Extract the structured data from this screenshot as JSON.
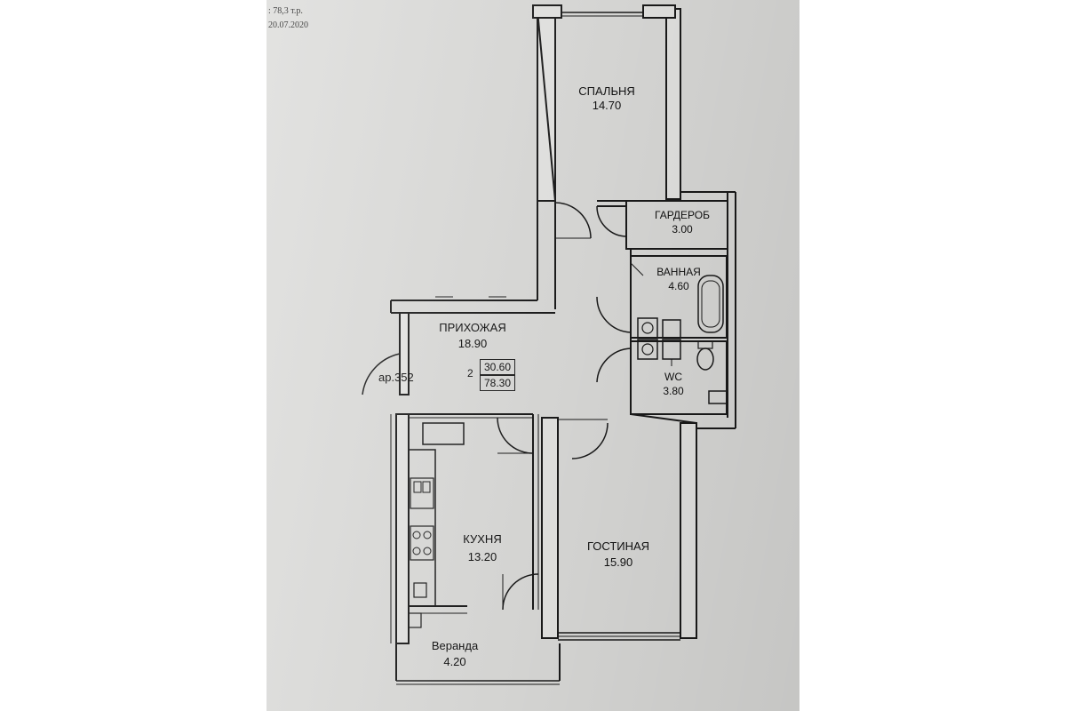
{
  "stamp": {
    "price": ": 78,3 т.р.",
    "date": "20.07.2020"
  },
  "apartment": {
    "number": "ар.352",
    "rooms": "2",
    "living_area": "30.60",
    "total_area": "78.30"
  },
  "rooms": [
    {
      "name": "СПАЛЬНЯ",
      "area": "14.70"
    },
    {
      "name": "ГАРДЕРОБ",
      "area": "3.00"
    },
    {
      "name": "ВАННАЯ",
      "area": "4.60"
    },
    {
      "name": "ПРИХОЖАЯ",
      "area": "18.90"
    },
    {
      "name": "WC",
      "area": "3.80"
    },
    {
      "name": "КУХНЯ",
      "area": "13.20"
    },
    {
      "name": "ГОСТИНАЯ",
      "area": "15.90"
    },
    {
      "name": "Веранда",
      "area": "4.20"
    }
  ],
  "colors": {
    "paper": "#dcdcda",
    "ink": "#1a1a1a"
  }
}
